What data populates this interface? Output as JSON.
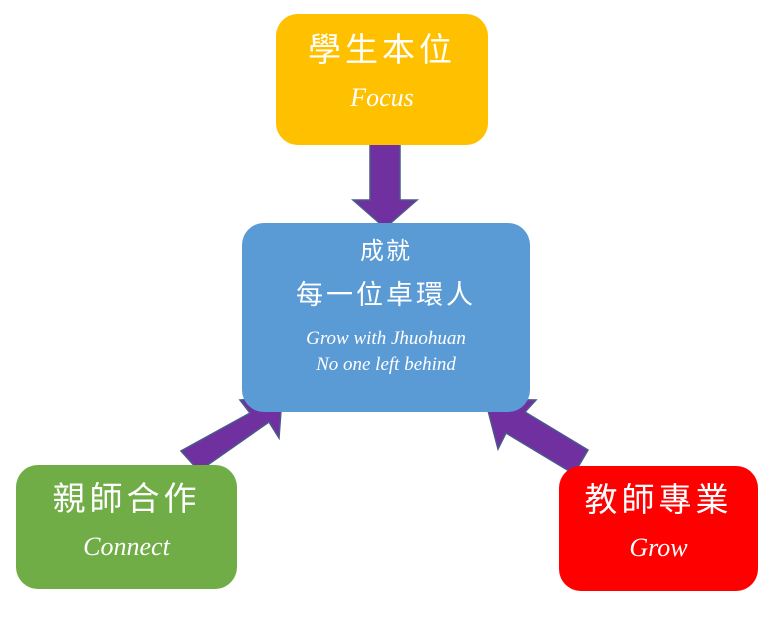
{
  "diagram": {
    "center": {
      "line1": "成就",
      "line2": "每一位卓環人",
      "line3": "Grow with Jhuohuan",
      "line4": "No one left behind"
    },
    "nodes": {
      "focus": {
        "zh": "學生本位",
        "en": "Focus",
        "color": "#ffc000"
      },
      "connect": {
        "zh": "親師合作",
        "en": "Connect",
        "color": "#70ad47"
      },
      "grow": {
        "zh": "教師專業",
        "en": "Grow",
        "color": "#ff0000"
      }
    },
    "center_color": "#5b9bd5",
    "arrow_color": "#7030a0",
    "arrows": [
      {
        "from": "focus",
        "to": "center"
      },
      {
        "from": "connect",
        "to": "center"
      },
      {
        "from": "grow",
        "to": "center"
      }
    ]
  }
}
